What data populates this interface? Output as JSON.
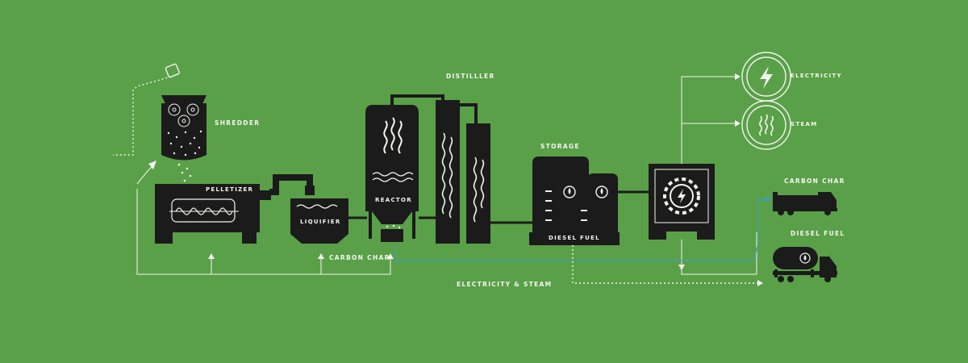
{
  "labels": {
    "shredder": "SHREDDER",
    "pelletizer": "PELLETIZER",
    "liquifier": "LIQUIFIER",
    "reactor": "REACTOR",
    "distiller": "DISTILLLER",
    "storage": "STORAGE",
    "diesel_fuel_tank": "DIESEL FUEL",
    "electricity": "ELECTRICITY",
    "steam": "STEAM",
    "carbon_char_truck": "CARBON CHAR",
    "diesel_fuel_truck": "DIESEL FUEL",
    "carbon_char_line": "CARBON CHAR",
    "electricity_steam_line": "ELECTRICITY & STEAM"
  },
  "icons": [
    "plastic-waste-icon",
    "shredder-icon",
    "pelletizer-icon",
    "liquifier-icon",
    "reactor-icon",
    "distiller-icon",
    "storage-tank-icon",
    "generator-icon",
    "electricity-icon",
    "steam-icon",
    "carbon-char-truck-icon",
    "diesel-fuel-truck-icon"
  ],
  "colors": {
    "background": "#5aa048",
    "equipment": "#1b1b1b",
    "line": "#f4f4f0",
    "carbon_char_flow": "#3fa0b8"
  }
}
